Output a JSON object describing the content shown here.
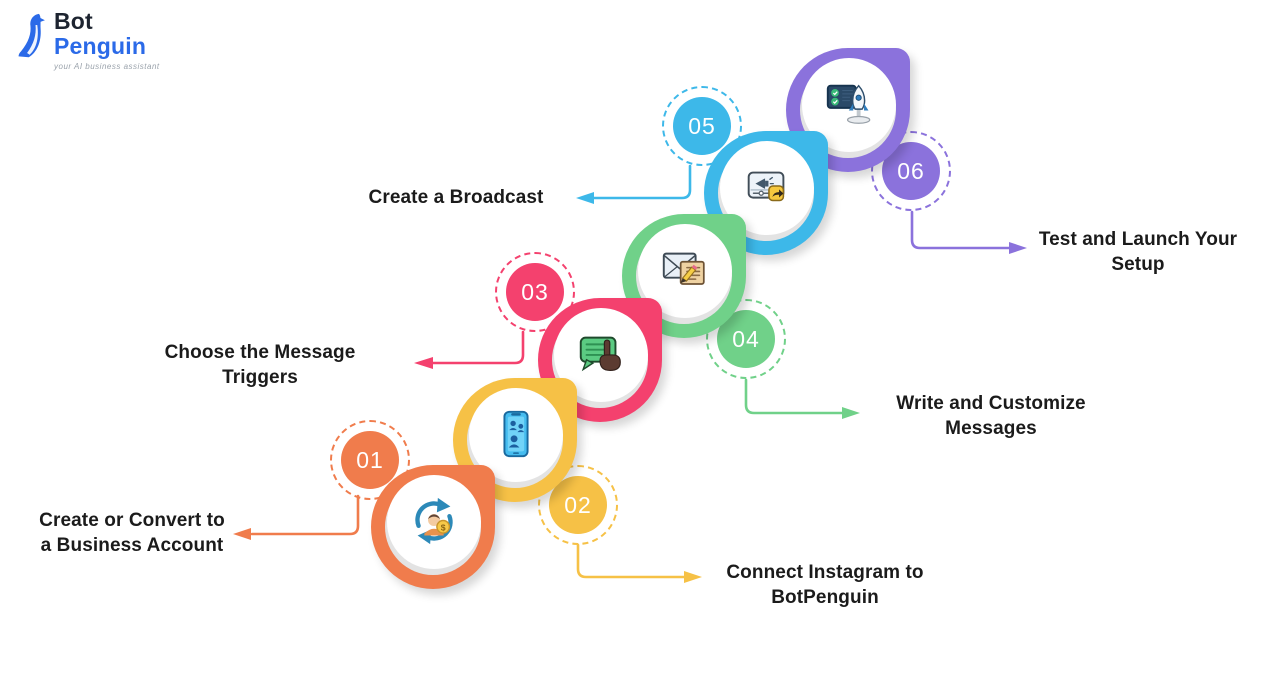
{
  "logo": {
    "bot": "Bot",
    "penguin": "Penguin",
    "tagline": "your AI business assistant",
    "brand_blue": "#2B6AE8"
  },
  "title_implicit": "Instagram chatbot setup steps",
  "text_color": "#1b1b1b",
  "background": "#ffffff",
  "steps": [
    {
      "number": "01",
      "label": "Create or Convert to a Business Account",
      "lines": [
        "Create or Convert to",
        "a Business Account"
      ],
      "color": "#F07C4C",
      "icon": "account-sync-icon"
    },
    {
      "number": "02",
      "label": "Connect Instagram to BotPenguin",
      "lines": [
        "Connect Instagram to",
        "BotPenguin"
      ],
      "color": "#F6C146",
      "icon": "phone-contacts-icon"
    },
    {
      "number": "03",
      "label": "Choose the Message Triggers",
      "lines": [
        "Choose the Message",
        "Triggers"
      ],
      "color": "#F4416E",
      "icon": "chat-tap-icon"
    },
    {
      "number": "04",
      "label": "Write and Customize Messages",
      "lines": [
        "Write and Customize",
        "Messages"
      ],
      "color": "#70D189",
      "icon": "message-edit-icon"
    },
    {
      "number": "05",
      "label": "Create a Broadcast",
      "lines": [
        "Create a Broadcast"
      ],
      "color": "#3DB8E9",
      "icon": "broadcast-share-icon"
    },
    {
      "number": "06",
      "label": "Test and Launch Your Setup",
      "lines": [
        "Test and Launch Your",
        "Setup"
      ],
      "color": "#8B72DC",
      "icon": "launch-test-icon"
    }
  ]
}
